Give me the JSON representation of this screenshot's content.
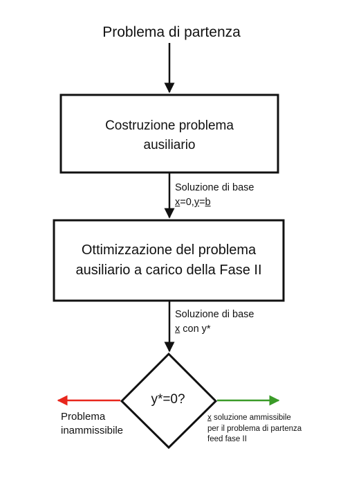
{
  "title": "Problema di partenza",
  "box1": {
    "line1": "Costruzione problema",
    "line2": "ausiliario"
  },
  "edge1": {
    "line1": "Soluzione di base",
    "x": "x",
    "x_rest": "=0,",
    "y": "y",
    "eq": "=",
    "b": "b"
  },
  "box2": {
    "line1": "Ottimizzazione del problema",
    "line2": "ausiliario a carico della Fase II"
  },
  "edge2": {
    "line1": "Soluzione di base",
    "x": "x",
    "rest": " con y*"
  },
  "decision": {
    "text": "y*=0?"
  },
  "no_branch": {
    "line1": "Problema",
    "line2": "inammissibile",
    "color": "#e8261c"
  },
  "yes_branch": {
    "x": "x",
    "line1_rest": " soluzione ammissibile",
    "line2": "per il problema di partenza",
    "line3": "feed fase II",
    "color": "#3a9b28"
  }
}
